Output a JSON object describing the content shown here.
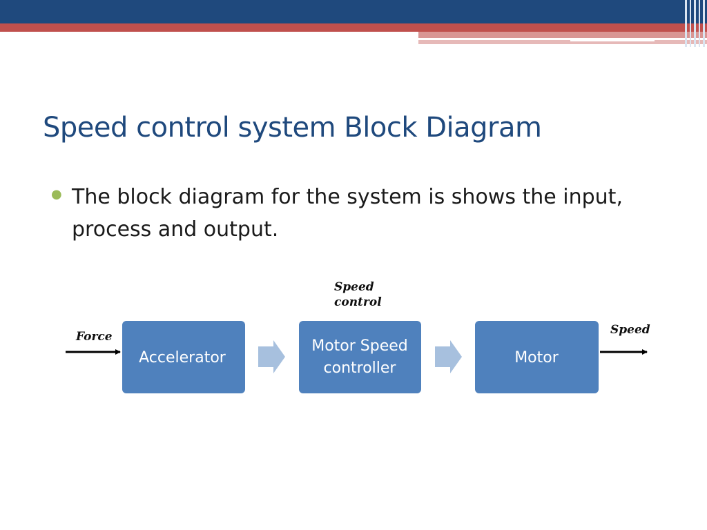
{
  "slide": {
    "title": "Speed control system Block Diagram",
    "bullets": [
      "The block diagram for the system is shows the input, process and output."
    ]
  },
  "diagram": {
    "input_label": "Force",
    "output_label": "Speed",
    "control_label_line1": "Speed",
    "control_label_line2": "control",
    "blocks": [
      {
        "lines": [
          "Accelerator"
        ]
      },
      {
        "lines": [
          "Motor Speed",
          "controller"
        ]
      },
      {
        "lines": [
          "Motor"
        ]
      }
    ]
  },
  "colors": {
    "banner_navy": "#1f497d",
    "banner_red": "#c0504d",
    "title": "#1f497d",
    "bullet": "#9bbb59",
    "block_fill": "#4f81bd",
    "flow_arrow": "#a7c0de"
  }
}
